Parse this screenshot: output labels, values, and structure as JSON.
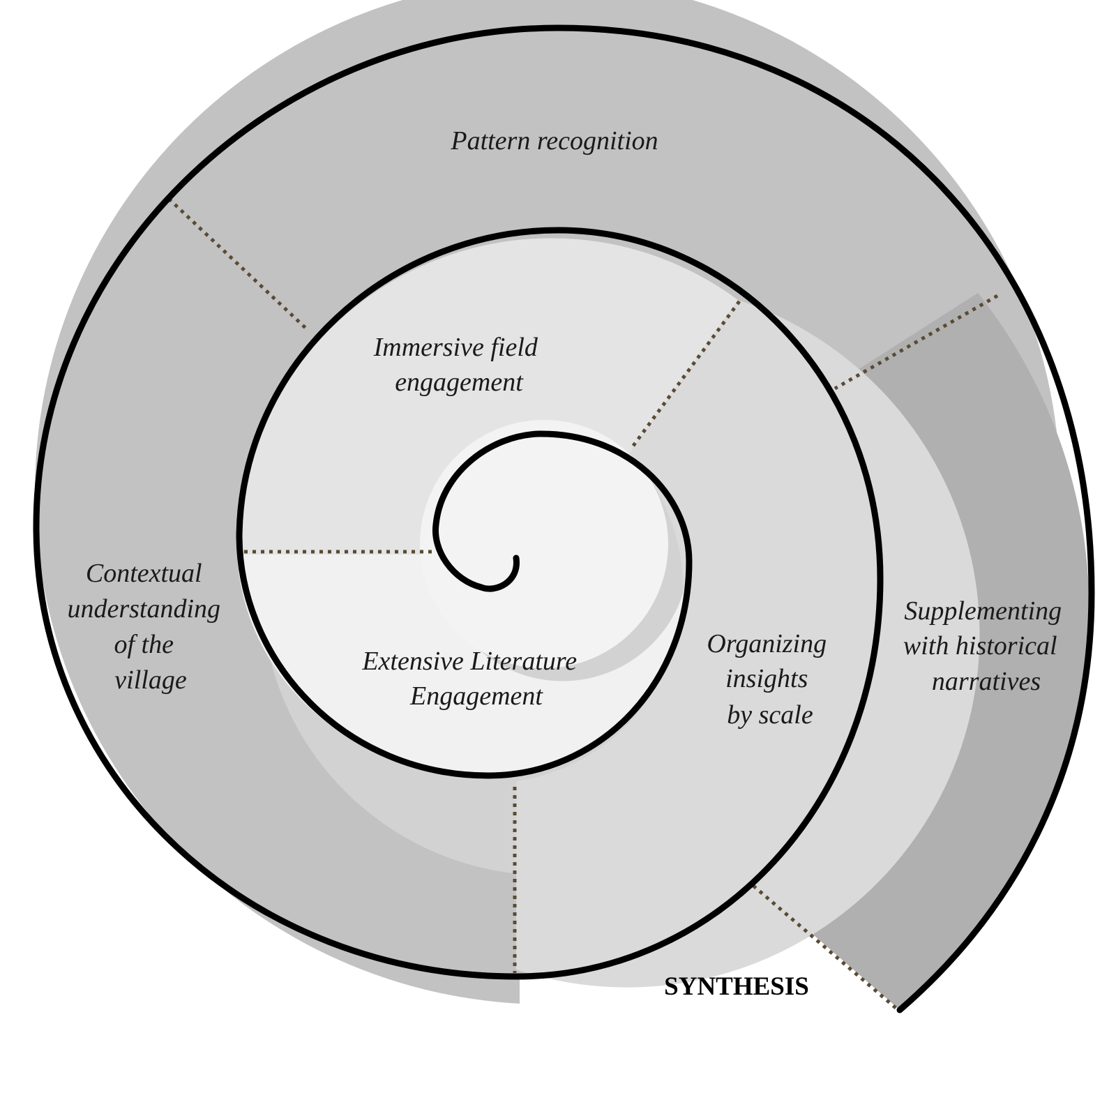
{
  "title": "SYNTHESIS",
  "colors": {
    "outer_ring": "#c2c2c2",
    "outer_tail": "#b0b0b0",
    "middle_ring": "#d2d2d2",
    "middle_right": "#dadada",
    "inner_upper": "#e4e4e4",
    "inner_lower": "#f1f1f1",
    "core": "#f3f3f3",
    "divider": "#5a4a35",
    "line": "#000000"
  },
  "segments": [
    {
      "id": "literature",
      "lines": [
        "Extensive Literature",
        "Engagement"
      ]
    },
    {
      "id": "immersive",
      "lines": [
        "Immersive  field",
        "engagement"
      ]
    },
    {
      "id": "organizing",
      "lines": [
        "Organizing",
        "insights",
        "by scale"
      ]
    },
    {
      "id": "contextual",
      "lines": [
        "Contextual",
        "understanding",
        "of the",
        "village"
      ]
    },
    {
      "id": "pattern",
      "lines": [
        "Pattern recognition"
      ]
    },
    {
      "id": "supplementing",
      "lines": [
        "Supplementing",
        "with historical",
        "narratives"
      ]
    }
  ]
}
